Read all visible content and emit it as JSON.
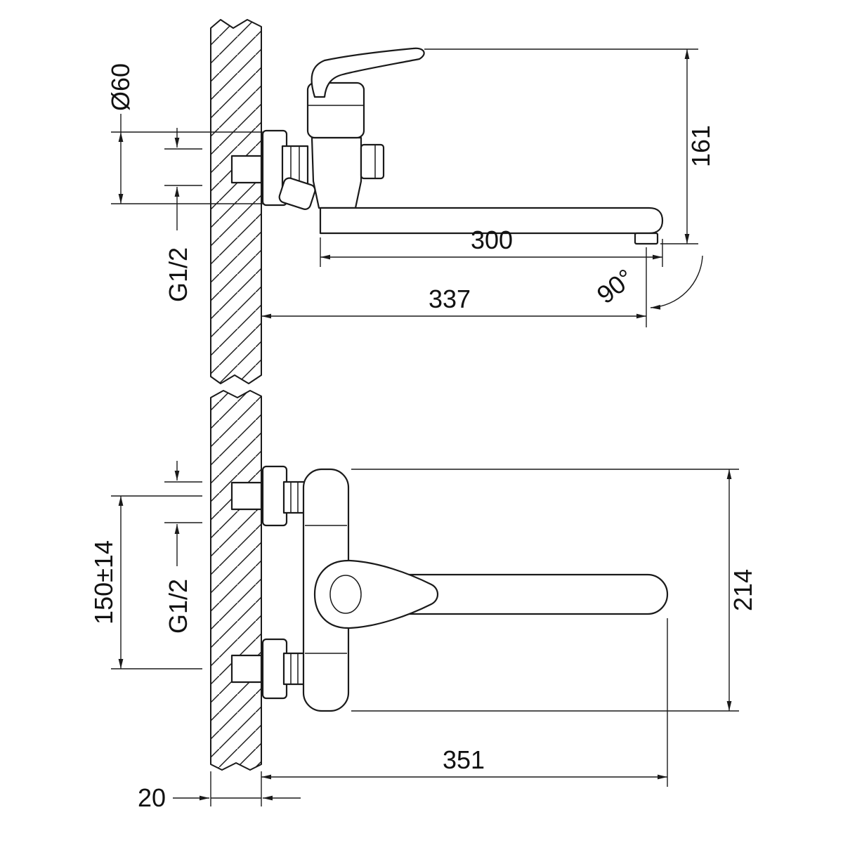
{
  "drawing": {
    "kind": "technical-dimension-drawing",
    "subject": "wall-mounted single-lever bath mixer with long swivel spout, two projections",
    "background": "#ffffff",
    "line_color": "#1a1a1a",
    "views": {
      "side_view": {
        "escutcheon_diameter": "Ø60",
        "thread_size": "G1/2",
        "spout_length": "300",
        "overall_reach": "337",
        "height": "161",
        "spout_swivel_angle": "90°"
      },
      "top_view": {
        "connection_spacing": "150±14",
        "thread_size": "G1/2",
        "overall_width": "214",
        "overall_length": "351",
        "wall_thickness": "20"
      }
    }
  }
}
